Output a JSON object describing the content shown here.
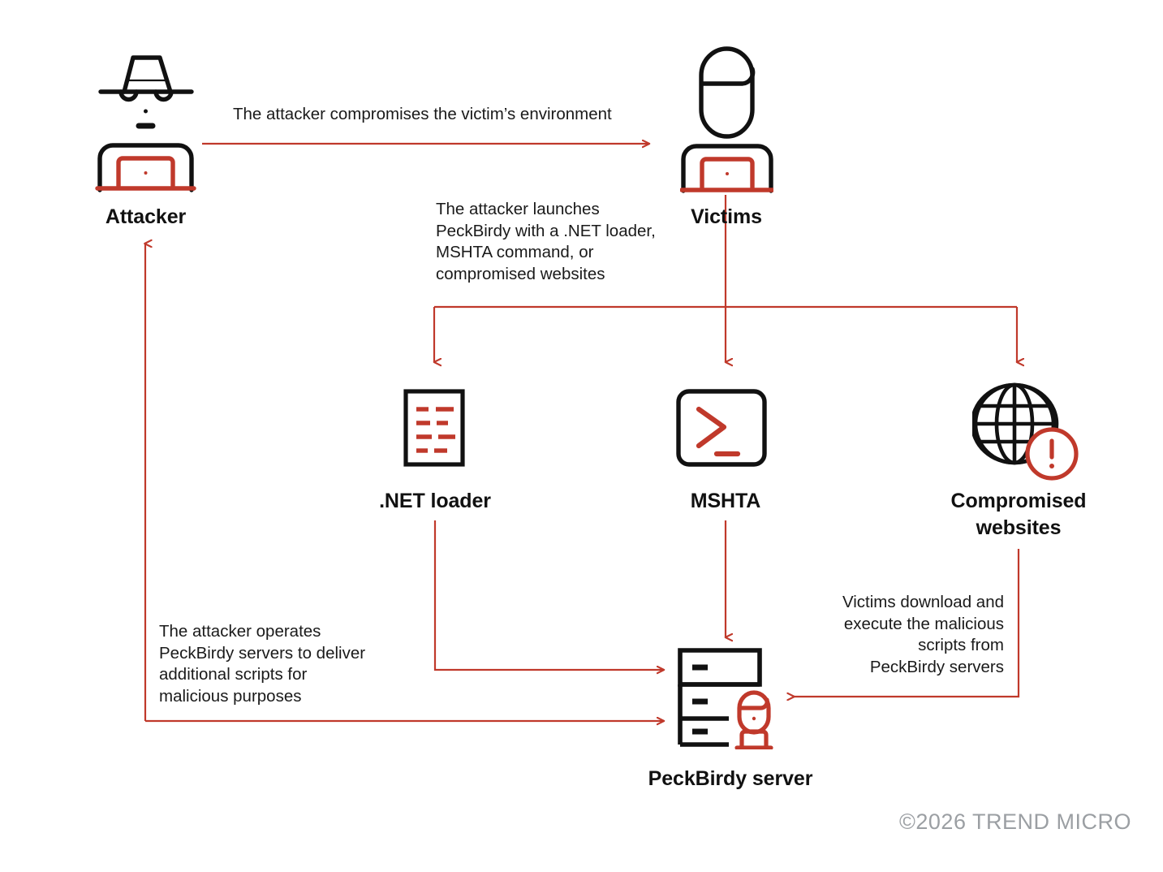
{
  "diagram": {
    "title_nodes": {
      "attacker": "Attacker",
      "victims": "Victims",
      "net_loader": ".NET loader",
      "mshta": "MSHTA",
      "compromised_websites": "Compromised\nwebsites",
      "peckbirdy_server": "PeckBirdy server"
    },
    "captions": {
      "compromise": "The attacker compromises the victim’s environment",
      "launch": "The attacker launches\nPeckBirdy with a .NET loader,\nMSHTA command, or\ncompromised websites",
      "operate": "The attacker operates\nPeckBirdy servers to deliver\nadditional scripts for\nmalicious purposes",
      "download": "Victims download and\nexecute the malicious\nscripts from\nPeckBirdy servers"
    },
    "icons": {
      "attacker": "spy-hat-laptop-icon",
      "victims": "person-laptop-icon",
      "net_loader": "code-document-icon",
      "mshta": "terminal-console-icon",
      "compromised_websites": "globe-warning-icon",
      "peckbirdy_server": "server-rack-person-icon"
    },
    "colors": {
      "accent_red": "#c0392b",
      "line_red": "#c0392b",
      "ink_black": "#111111",
      "copyright_gray": "#9b9fa3",
      "background": "#ffffff"
    },
    "footer": {
      "copyright": "©2026 TREND MICRO"
    }
  }
}
